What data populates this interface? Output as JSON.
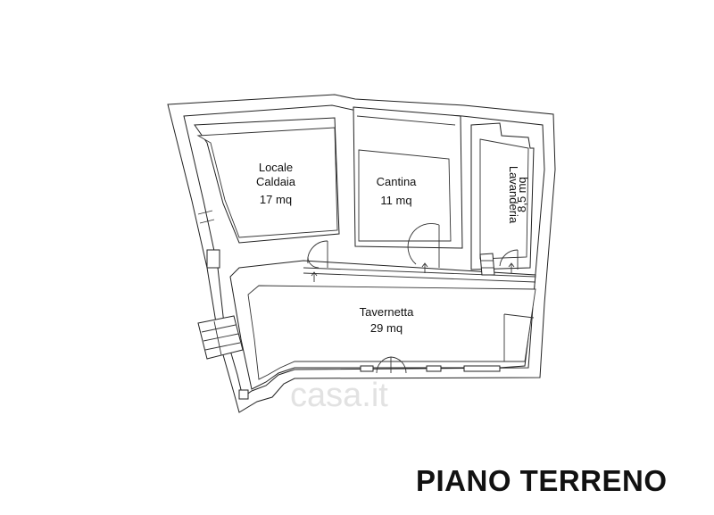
{
  "rooms": [
    {
      "name_line1": "Locale",
      "name_line2": "Caldaia",
      "area": "17 mq"
    },
    {
      "name": "Cantina",
      "area": "11 mq"
    },
    {
      "name": "Lavanderia",
      "area": "8,5 mq"
    },
    {
      "name": "Tavernetta",
      "area": "29 mq"
    }
  ],
  "floor_title": "PIANO TERRENO",
  "watermark": "casa.it"
}
